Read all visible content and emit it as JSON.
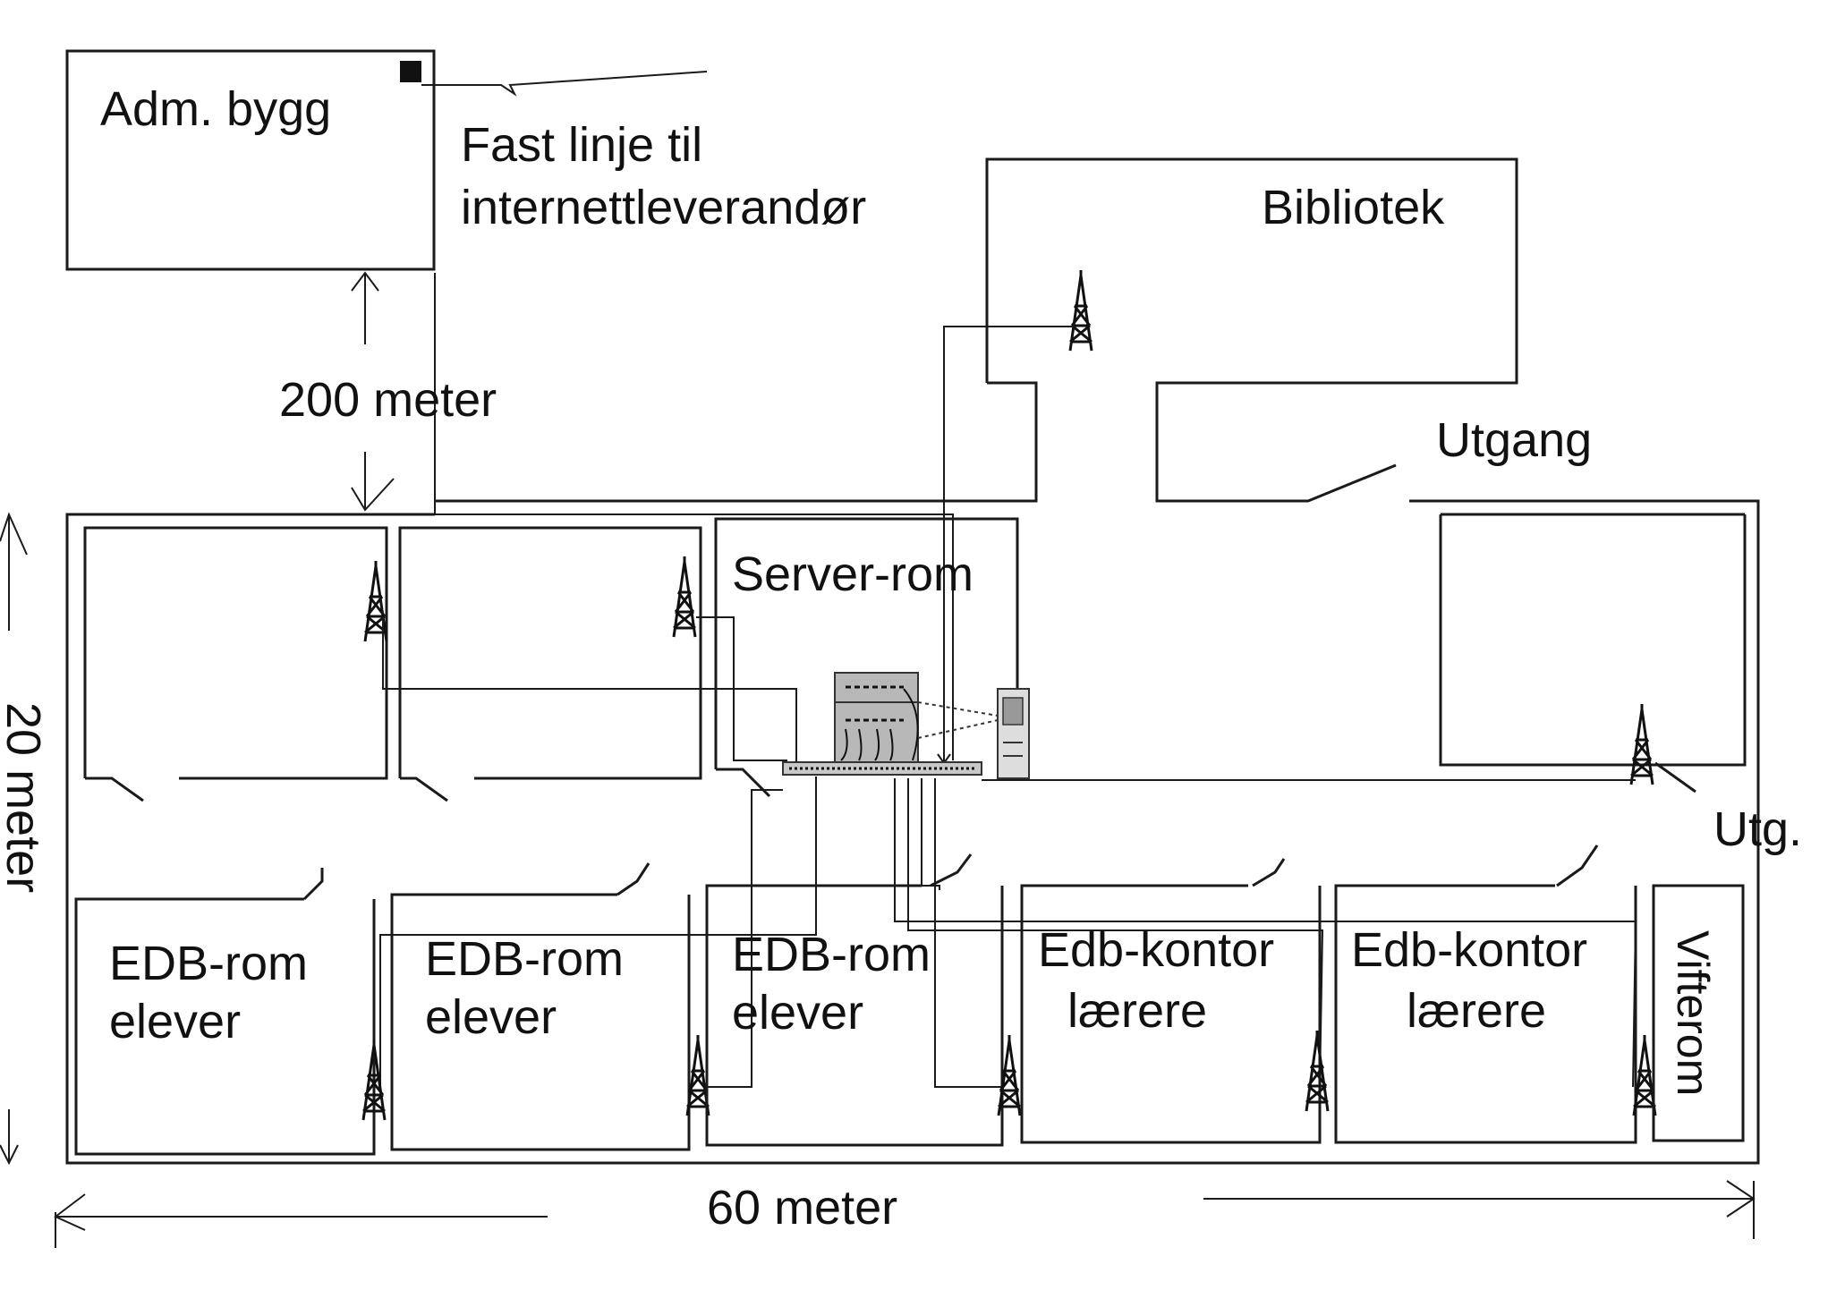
{
  "labels": {
    "adm": "Adm. bygg",
    "fast_line1": "Fast linje til",
    "fast_line2": "internettleverandør",
    "bibliotek": "Bibliotek",
    "distance_200": "200 meter",
    "utgang": "Utgang",
    "server_rom": "Server-rom",
    "utg": "Utg.",
    "edb1_l1": "EDB-rom",
    "edb1_l2": "elever",
    "edb2_l1": "EDB-rom",
    "edb2_l2": "elever",
    "edb3_l1": "EDB-rom",
    "edb3_l2": "elever",
    "kontor1_l1": "Edb-kontor",
    "kontor1_l2": "lærere",
    "kontor2_l1": "Edb-kontor",
    "kontor2_l2": "lærere",
    "vifterom": "Vifterom",
    "width_60": "60 meter",
    "height_20": "20 meter"
  },
  "icons": {
    "antenna": "wireless-antenna-icon",
    "switch": "network-switch-icon",
    "server_rack": "server-rack-icon",
    "computer": "computer-tower-icon",
    "line_terminal": "line-terminal-icon"
  },
  "colors": {
    "line": "#1a1a1a",
    "device_fill": "#b8b8b8",
    "background": "#ffffff"
  }
}
